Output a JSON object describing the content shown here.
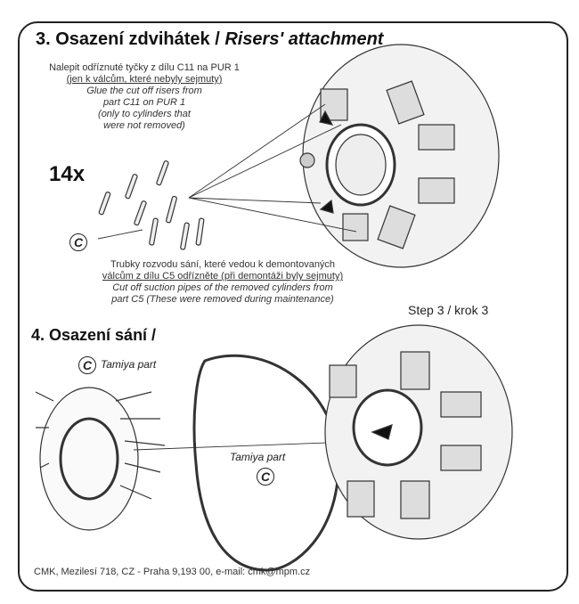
{
  "step3": {
    "title_cz": "3. Osazení zdvihátek / ",
    "title_en": "Risers' attachment",
    "note1_cz_line1": "Nalepit odříznuté tyčky z dílu C11 na PUR 1",
    "note1_cz_line2": "(jen k válcům, které nebyly sejmuty)",
    "note1_en": [
      "Glue the cut off risers from",
      "part C11 on PUR 1",
      "(only to cylinders that",
      "were not removed)"
    ],
    "quantity": "14x",
    "part_marker": "C",
    "note2_cz_line1": "Trubky rozvodu sání, které vedou k demontovaných",
    "note2_cz_line2": "válcům z dílu C5 odřízněte (při demontáži byly sejmuty)",
    "note2_en": [
      "Cut off suction pipes of the removed cylinders from",
      "part C5 (These were removed during maintenance)"
    ],
    "step_label": "Step 3 / krok 3"
  },
  "step4": {
    "title": "4. Osazení sání /",
    "part_marker": "C",
    "tamiya_label_1": "Tamiya part",
    "tamiya_label_2": "Tamiya part"
  },
  "footer": "CMK, Mezilesí 718, CZ - Praha 9,193 00, e-mail: cmk@mpm.cz"
}
